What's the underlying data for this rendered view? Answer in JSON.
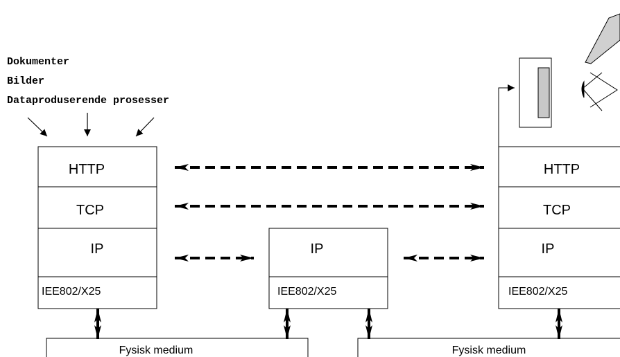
{
  "sources": {
    "lines": [
      "Dokumenter",
      "Bilder",
      "Dataproduserende prosesser"
    ]
  },
  "left_stack": {
    "layers": [
      "HTTP",
      "TCP",
      "IP",
      "IEE802/X25"
    ]
  },
  "middle_stack": {
    "layers": [
      "IP",
      "IEE802/X25"
    ]
  },
  "right_stack": {
    "layers": [
      "HTTP",
      "TCP",
      "IP",
      "IEE802/X25"
    ]
  },
  "media": {
    "left_label": "Fysisk medium",
    "right_label": "Fysisk medium"
  },
  "icons": [
    "document-viewer-icon",
    "eye-icon",
    "pen-icon"
  ],
  "colors": {
    "line": "#000000",
    "viewer_fill": "#c8c8c8",
    "pen_fill": "#d0d0d0"
  }
}
